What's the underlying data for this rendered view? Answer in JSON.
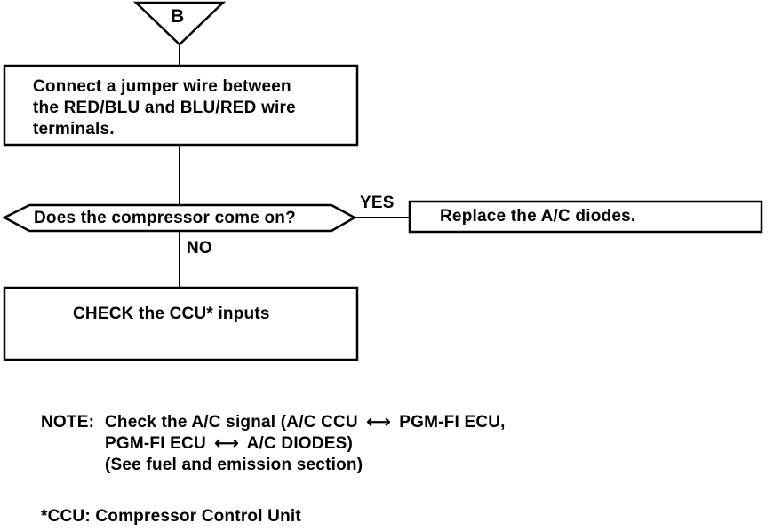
{
  "connector": {
    "label": "B"
  },
  "step1": {
    "lines": [
      "Connect a jumper wire between",
      "the RED/BLU and BLU/RED wire",
      "terminals."
    ]
  },
  "decision": {
    "question": "Does the compressor come on?"
  },
  "yes_branch": {
    "label": "YES",
    "action": "Replace the A/C diodes."
  },
  "no_branch": {
    "label": "NO",
    "action": "CHECK the CCU* inputs"
  },
  "note": {
    "prefix": "NOTE:",
    "line1": "Check the A/C signal (A/C CCU",
    "line1_end": "PGM-FI ECU,",
    "line2_start": "PGM-FI ECU",
    "line2_end": "A/C DIODES)",
    "line3": "(See fuel and emission section)",
    "arrow_glyph": "⟷"
  },
  "footnote": {
    "text": "*CCU: Compressor Control Unit"
  }
}
